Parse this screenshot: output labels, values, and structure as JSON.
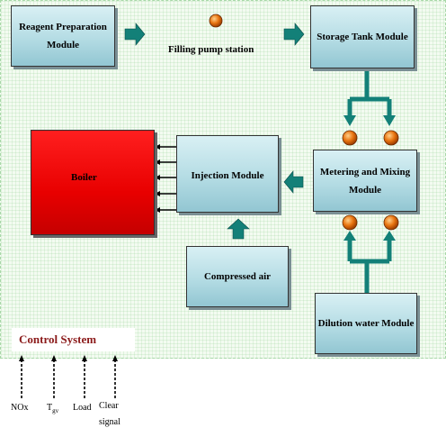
{
  "modules": {
    "reagent_preparation": "Reagent Preparation Module",
    "filling_pump_station": "Filling pump station",
    "storage_tank": "Storage Tank Module",
    "boiler": "Boiler",
    "injection": "Injection Module",
    "metering_mixing": "Metering and Mixing Module",
    "compressed_air": "Compressed air",
    "dilution_water": "Dilution water Module"
  },
  "control_system": {
    "title": "Control System",
    "signals": {
      "nox": "NOx",
      "tgv_main": "T",
      "tgv_sub": "gv",
      "load": "Load",
      "clear_signal": "Clear signal"
    }
  },
  "colors": {
    "module_fill": "#b4dce4",
    "boiler_fill": "#e80000",
    "flow_arrow": "#138078",
    "pump": "#e06a10"
  }
}
